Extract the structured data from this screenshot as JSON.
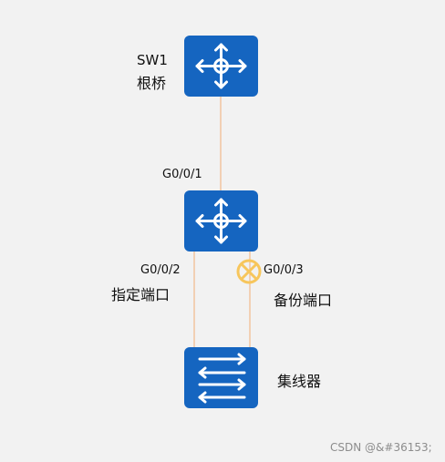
{
  "nodes": {
    "sw1_name": "SW1",
    "sw1_role": "根桥",
    "hub_name": "集线器"
  },
  "ports": {
    "g001": "G0/0/1",
    "g002": "G0/0/2",
    "g002_role": "指定端口",
    "g003": "G0/0/3",
    "g003_role": "备份端口"
  },
  "watermark": "CSDN @&#36153;",
  "colors": {
    "background": "#f2f2f2",
    "device_fill": "#1565c0",
    "device_glyph": "#ffffff",
    "link": "#f2b98a",
    "blocked_marker": "#f7c65c"
  }
}
